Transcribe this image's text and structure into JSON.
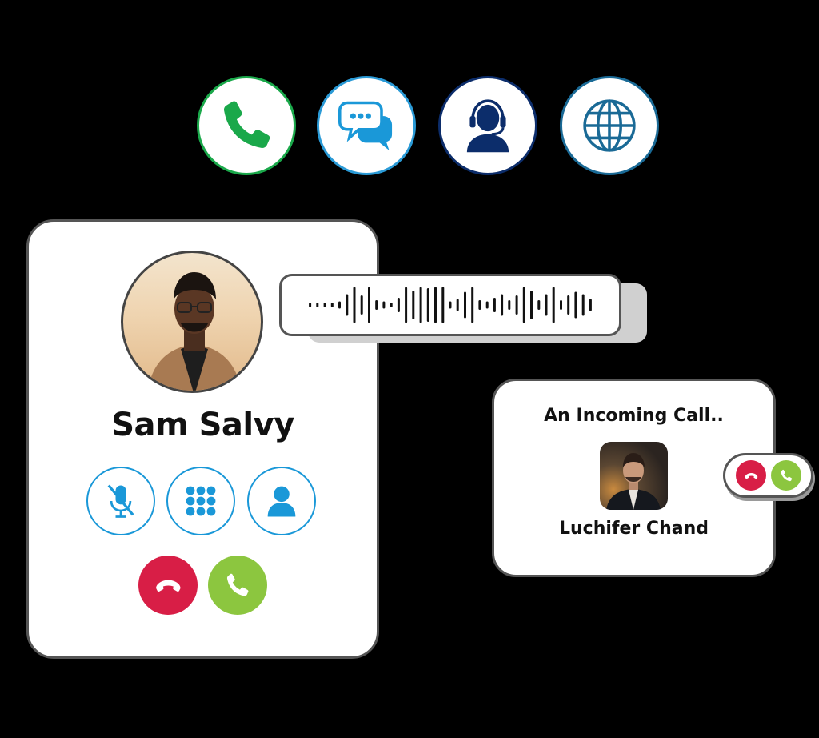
{
  "top_icons": [
    {
      "name": "phone-icon",
      "color": "#1aa84a",
      "border": "#1aa84a"
    },
    {
      "name": "chat-bubbles-icon",
      "color": "#1a98d8",
      "border": "#2a9ad6"
    },
    {
      "name": "support-agent-icon",
      "color": "#0c2d6b",
      "border": "#0c2d6b"
    },
    {
      "name": "globe-icon",
      "color": "#1a6a96",
      "border": "#1a6a96"
    }
  ],
  "call_card": {
    "caller_name": "Sam Salvy",
    "controls": [
      {
        "name": "mute-mic-icon",
        "label": "Mute"
      },
      {
        "name": "keypad-icon",
        "label": "Keypad"
      },
      {
        "name": "contact-icon",
        "label": "Contact"
      }
    ],
    "decline_color": "#d81e46",
    "accept_color": "#8cc63f"
  },
  "waveform": {
    "bars": [
      4,
      4,
      4,
      4,
      6,
      18,
      30,
      16,
      30,
      8,
      6,
      4,
      12,
      30,
      24,
      30,
      28,
      30,
      30,
      6,
      10,
      22,
      30,
      8,
      6,
      12,
      18,
      8,
      16,
      30,
      24,
      8,
      18,
      30,
      8,
      16,
      22,
      18,
      10
    ]
  },
  "incoming_card": {
    "title": "An Incoming Call..",
    "caller_name": "Luchifer Chand"
  },
  "colors": {
    "accent_blue": "#1a98d8",
    "card_border": "#555555",
    "background": "#000000"
  }
}
